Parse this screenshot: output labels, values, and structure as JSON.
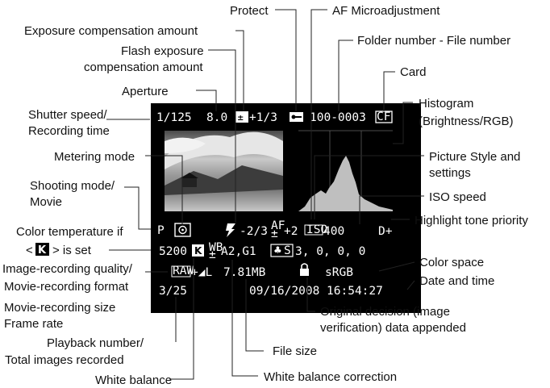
{
  "labels": {
    "protect": "Protect",
    "af_micro": "AF Microadjustment",
    "exp_comp": "Exposure compensation amount",
    "flash_comp_1": "Flash exposure",
    "flash_comp_2": "compensation amount",
    "folder_file": "Folder number - File number",
    "card": "Card",
    "aperture": "Aperture",
    "shutter_1": "Shutter speed/",
    "shutter_2": "Recording time",
    "histogram_1": "Histogram",
    "histogram_2": "(Brightness/RGB)",
    "metering": "Metering mode",
    "picstyle_1": "Picture Style and",
    "picstyle_2": "settings",
    "shooting_1": "Shooting mode/",
    "shooting_2": "Movie",
    "iso": "ISO speed",
    "colortemp_1": "Color temperature if",
    "colortemp_pre": "<",
    "colortemp_post": "> is set",
    "highlight": "Highlight tone priority",
    "quality_1": "Image-recording quality/",
    "quality_2": "Movie-recording format",
    "quality_3": "Movie-recording size",
    "quality_4": "Frame rate",
    "color_space": "Color space",
    "date_time": "Date and time",
    "playback_1": "Playback number/",
    "playback_2": "Total images recorded",
    "original_1": "Original decision (image",
    "original_2": "verification) data appended",
    "file_size": "File size",
    "white_balance": "White balance",
    "wb_correction": "White balance correction"
  },
  "display": {
    "shutter": "1/125",
    "aperture": "8.0",
    "exp_comp": "+1/3",
    "folder_file": "100-0003",
    "card_icon": "CF",
    "mode": "P",
    "flash_comp": "-2/3",
    "af_micro": "+2",
    "iso_icon": "ISO",
    "iso": "400",
    "highlight": "D+",
    "color_temp": "5200",
    "kelvin_icon": "K",
    "wb": "A2,G1",
    "picture_style_icon": "S",
    "picture_style": "3, 0, 0, 0",
    "raw_icon": "RAW",
    "quality_extra": "+◢L",
    "file_size": "7.81MB",
    "color_space": "sRGB",
    "playback": "3/25",
    "date_time": "09/16/2008 16:54:27"
  },
  "icons": {
    "protect": "key-icon",
    "lock": "padlock-icon",
    "metering": "evaluative-metering-icon",
    "flash": "flash-compensation-icon"
  },
  "colors": {
    "screen": "#000000",
    "text": "#ffffff",
    "histogram_fill": "#bfbfbf"
  }
}
